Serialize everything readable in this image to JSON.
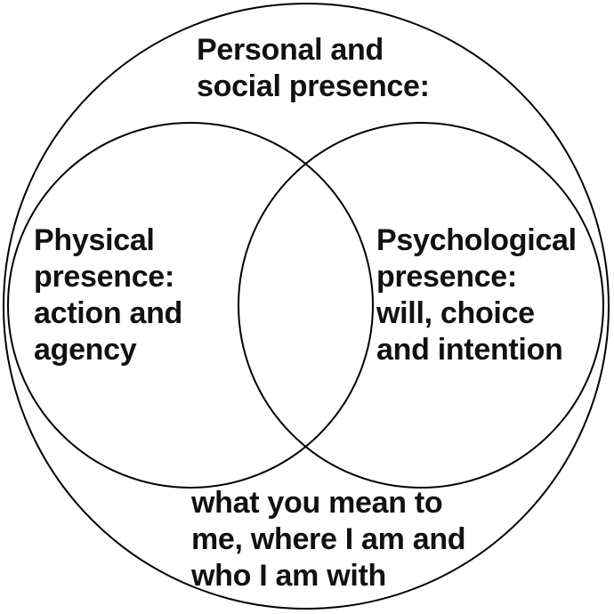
{
  "venn": {
    "outer_circle": {
      "top_label_lines": {
        "0": "Personal and",
        "1": "social presence:"
      },
      "bottom_label_lines": {
        "0": "what you mean to",
        "1": "me, where I am and",
        "2": "who I am with"
      }
    },
    "left_circle": {
      "label_lines": {
        "0": "Physical",
        "1": "presence:",
        "2": "action and",
        "3": "agency"
      }
    },
    "right_circle": {
      "label_lines": {
        "0": "Psychological",
        "1": "presence:",
        "2": "will, choice",
        "3": "and intention"
      }
    },
    "colors": {
      "circle_stroke": "#000000",
      "text": "#111111",
      "background": "#ffffff"
    }
  }
}
